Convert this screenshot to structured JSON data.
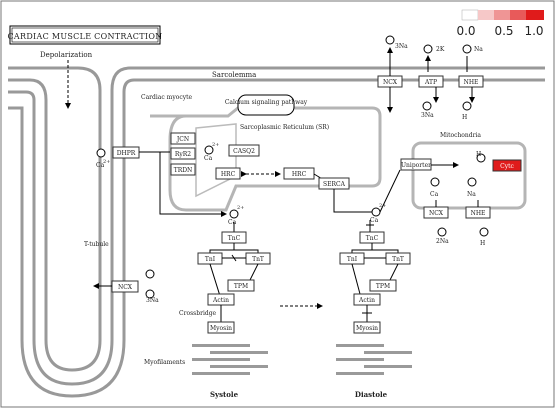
{
  "title": "CARDIAC MUSCLE CONTRACTION",
  "legend": {
    "ticks": [
      "0.0",
      "0.5",
      "1.0"
    ],
    "colors": [
      "#ffffff",
      "#f6c8c8",
      "#ef9595",
      "#e85a5a",
      "#e01b1b"
    ]
  },
  "labels": {
    "depolarization": "Depolarization",
    "sarcolemma": "Sarcolemma",
    "cardiac_myocyte": "Cardiac myocyte",
    "sr": "Sarcoplasmic Reticulum (SR)",
    "calcium_pathway": "Calcium signaling pathway",
    "mitochondria": "Mitochondria",
    "t_tubule": "T-tubule",
    "crossbridge": "Crossbridge",
    "myofilaments": "Myofilaments",
    "systole": "Systole",
    "diastole": "Diastole",
    "uniporter": "Uniporter"
  },
  "genes": {
    "dhpr": "DHPR",
    "jcn": "JCN",
    "ryr2": "RyR2",
    "casq2": "CASQ2",
    "trdn": "TRDN",
    "hrc_a": "HRC",
    "hrc_b": "HRC",
    "serca": "SERCA",
    "ncx_top": "NCX",
    "atp": "ATP",
    "nhe": "NHE",
    "ncx_tt": "NCX",
    "ncx_mito": "NCX",
    "nhe_mito": "NHE",
    "cytc": "Cytc",
    "tnc_s": "TnC",
    "tni_s": "TnI",
    "tnt_s": "TnT",
    "tpm_s": "TPM",
    "actin_s": "Actin",
    "myosin_s": "Myosin",
    "tnc_d": "TnC",
    "tni_d": "TnI",
    "tnt_d": "TnT",
    "tpm_d": "TPM",
    "actin_d": "Actin",
    "myosin_d": "Myosin"
  },
  "ions": {
    "ca": "Ca",
    "na3": "3Na",
    "na2": "2Na",
    "na": "Na",
    "k2": "2K",
    "h": "H",
    "plus": "+",
    "twoplus": "2+"
  },
  "colors": {
    "highlight": "#e01b1b",
    "membrane": "#9a9a9a"
  }
}
